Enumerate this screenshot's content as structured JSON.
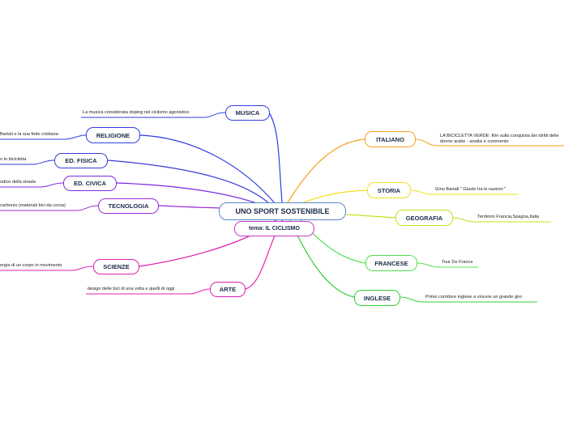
{
  "root": {
    "label": "UNO SPORT SOSTENIBILE"
  },
  "subtopic": {
    "label": "tema: IL CICLISMO",
    "color": "#c23ac8"
  },
  "branches": {
    "musica": {
      "label": "MUSICA",
      "color": "#2f3fe0",
      "note": "La musica considerata doping nel ciclismo agonistico"
    },
    "religione": {
      "label": "RELIGIONE",
      "color": "#2f3fe0",
      "note": "Bartali e la sua fede cristiana"
    },
    "edfisica": {
      "label": "ED. FISICA",
      "color": "#3a3ad8",
      "note": "o in bicicletta"
    },
    "edcivica": {
      "label": "ED. CIVICA",
      "color": "#7a2ae0",
      "note": "odice della strada"
    },
    "tecnologia": {
      "label": "TECNOLOGIA",
      "color": "#9a2ad8",
      "note": "carbonio (materiali bici da corsa)"
    },
    "scienze": {
      "label": "SCIENZE",
      "color": "#e020b0",
      "note": "ergia di un corpo in movimento"
    },
    "arte": {
      "label": "ARTE",
      "color": "#e020b0",
      "note": "design delle bici di una volta e quelli di oggi"
    },
    "italiano": {
      "label": "ITALIANO",
      "color": "#f5a020",
      "note_line1": "LA BICICLETTA VERDE: film sulla conquista dei diritti delle",
      "note_line2": "donne arabe - analisi e commento"
    },
    "storia": {
      "label": "STORIA",
      "color": "#f0e020",
      "note": "Gino Bartali \" Giusto tra le nazioni \""
    },
    "geografia": {
      "label": "GEOGRAFIA",
      "color": "#c8e020",
      "note": "Territorio Francia,Spagna,Italia"
    },
    "francese": {
      "label": "FRANCESE",
      "color": "#50e050",
      "note": "Tour De France"
    },
    "inglese": {
      "label": "INGLESE",
      "color": "#30d030",
      "note": "Primo corridore inglese a vincere un grande giro"
    }
  }
}
